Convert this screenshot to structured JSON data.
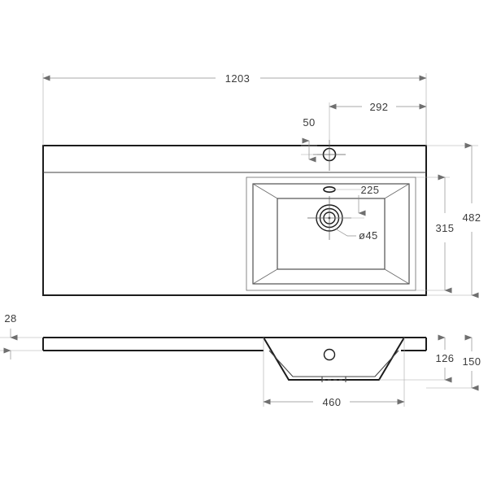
{
  "drawing": {
    "type": "technical-drawing",
    "subject": "bathroom washbasin / vanity top",
    "units": "mm",
    "views": [
      {
        "id": "plan",
        "name": "top plan view"
      },
      {
        "id": "front",
        "name": "front elevation / section view"
      }
    ]
  },
  "dimensions": {
    "overall_width": "1203",
    "basin_center_from_right": "292",
    "faucet_hole_from_back": "50",
    "overflow_to_drain": "225",
    "drain_diameter": "ø45",
    "basin_depth_plan": "315",
    "overall_depth": "482",
    "counter_thickness": "28",
    "bowl_depth": "126",
    "overall_height": "150",
    "bowl_bottom_width": "460"
  },
  "labels": {
    "d1203": "1203",
    "d292": "292",
    "d50": "50",
    "d225": "225",
    "d45": "ø45",
    "d315": "315",
    "d482": "482",
    "d28": "28",
    "d126": "126",
    "d150": "150",
    "d460": "460"
  },
  "colors": {
    "background": "#ffffff",
    "outline": "#1c1c1c",
    "dimension_line": "#8d8d8d",
    "text": "#3b3b3b"
  }
}
